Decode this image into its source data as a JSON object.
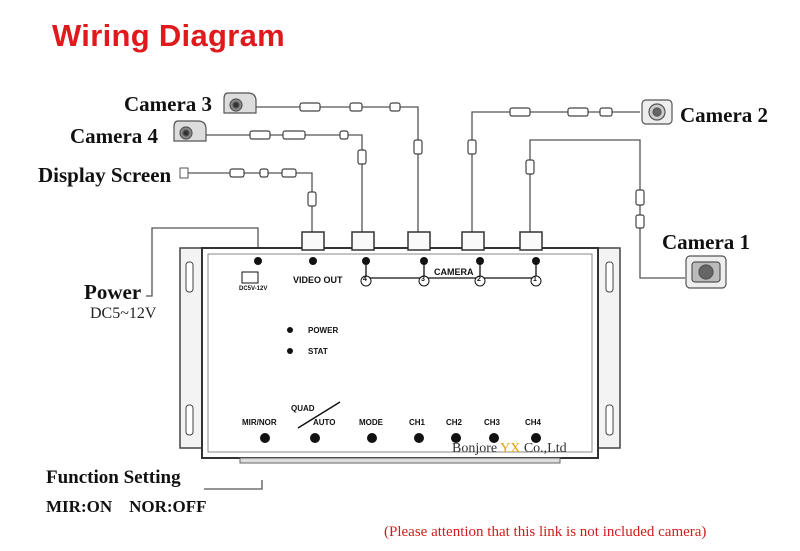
{
  "title": "Wiring Diagram",
  "labels": {
    "camera3": "Camera 3",
    "camera4": "Camera 4",
    "display_screen": "Display Screen",
    "camera2": "Camera 2",
    "camera1": "Camera 1",
    "power": "Power",
    "power_range": "DC5~12V",
    "function_setting": "Function Setting",
    "function_modes": "MIR:ON    NOR:OFF"
  },
  "device": {
    "power_jack": "DC5V-12V",
    "video_out": "VIDEO OUT",
    "camera": "CAMERA",
    "ports": [
      "4",
      "3",
      "2",
      "1"
    ],
    "leds": [
      "POWER",
      "STAT"
    ],
    "buttons": [
      "MIR/NOR",
      "AUTO",
      "MODE",
      "CH1",
      "CH2",
      "CH3",
      "CH4"
    ],
    "quad_label": "QUAD"
  },
  "watermark": {
    "prefix": "Bonjore ",
    "highlight": "YX",
    "suffix": " Co.,Ltd"
  },
  "note": "(Please attention that this link is not included camera)",
  "colors": {
    "title": "#e0191c",
    "note": "#d21c1c",
    "watermark_highlight": "#e0a000"
  }
}
